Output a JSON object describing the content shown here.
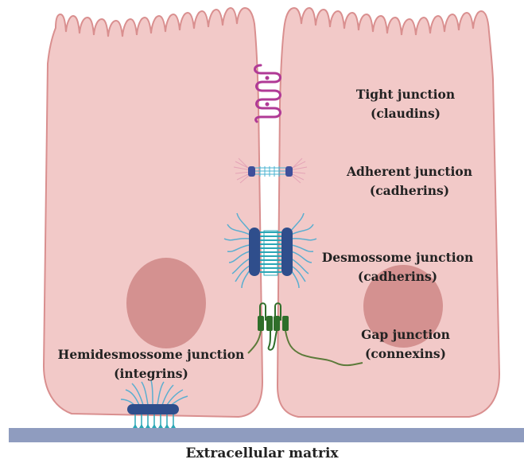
{
  "labels": {
    "tight": {
      "name": "Tight junction",
      "protein": "(claudins)"
    },
    "adherent": {
      "name": "Adherent junction",
      "protein": "(cadherins)"
    },
    "desmosome": {
      "name": "Desmossome junction",
      "protein": "(cadherins)"
    },
    "gap": {
      "name": "Gap junction",
      "protein": "(connexins)"
    },
    "hemidesmosome": {
      "name": "Hemidesmossome junction",
      "protein": "(integrins)"
    },
    "matrix": "Extracellular matrix"
  },
  "colors": {
    "cell_fill": "#f2c9c8",
    "cell_outline": "#d98f8f",
    "nucleus": "#d49190",
    "tight_junction": "#b03a96",
    "adherent_junction": "#3f4f9a",
    "desmosome_plaque": "#2f4e8c",
    "desmosome_link": "#2aa7b6",
    "filament": "#5aaed0",
    "gap_junction": "#2f6e2a",
    "extracellular_matrix": "#8f9cbf"
  }
}
